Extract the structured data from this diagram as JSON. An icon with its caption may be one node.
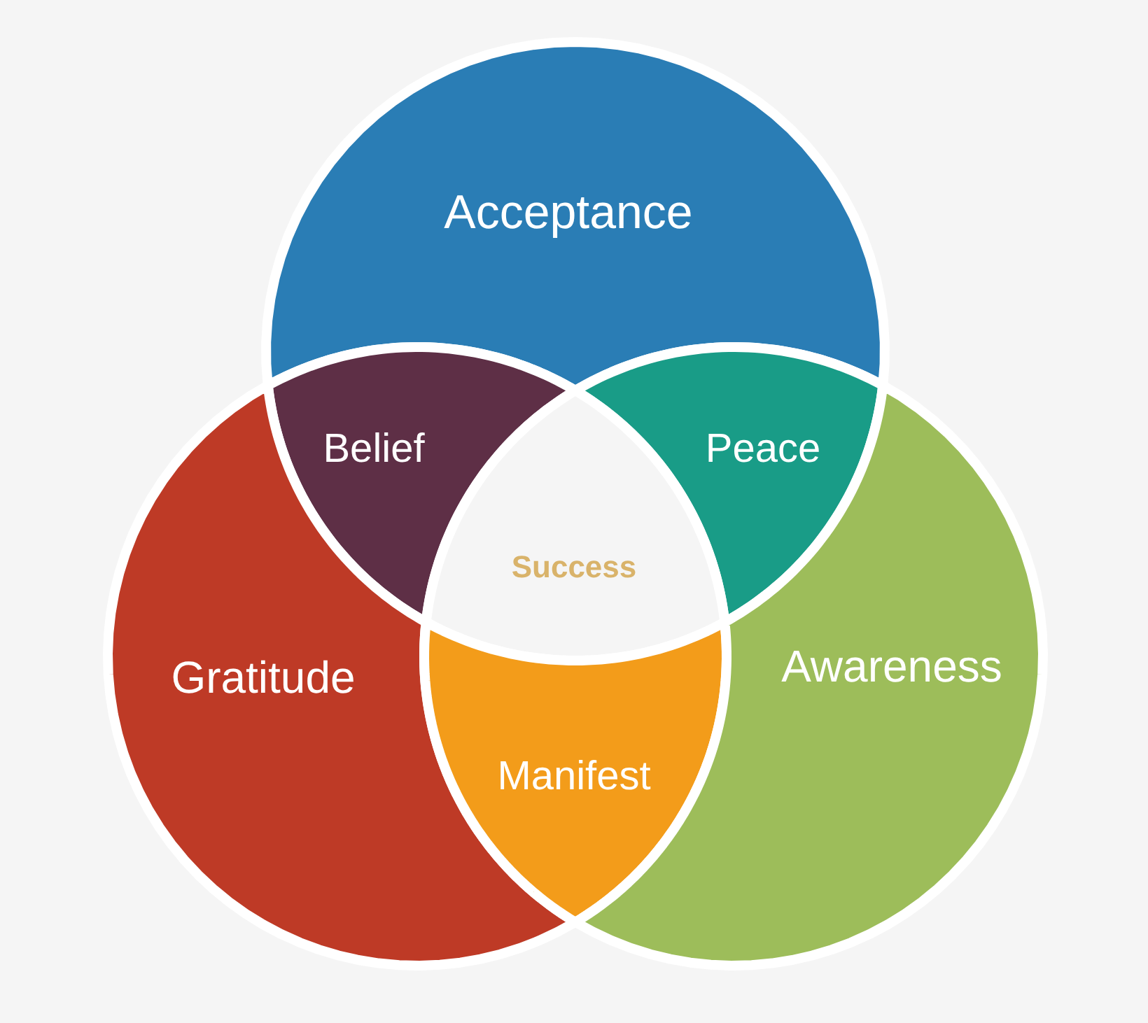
{
  "diagram": {
    "nodes": [
      {
        "text": [
          "Acceptance"
        ]
      },
      {
        "text": [
          "Belief"
        ]
      },
      {
        "text": [
          "Peace"
        ]
      },
      {
        "text": [
          "Success"
        ]
      },
      {
        "text": [
          "Gratitude"
        ]
      },
      {
        "text": [
          "Manifest"
        ]
      },
      {
        "text": [
          "Awareness"
        ]
      }
    ]
  }
}
